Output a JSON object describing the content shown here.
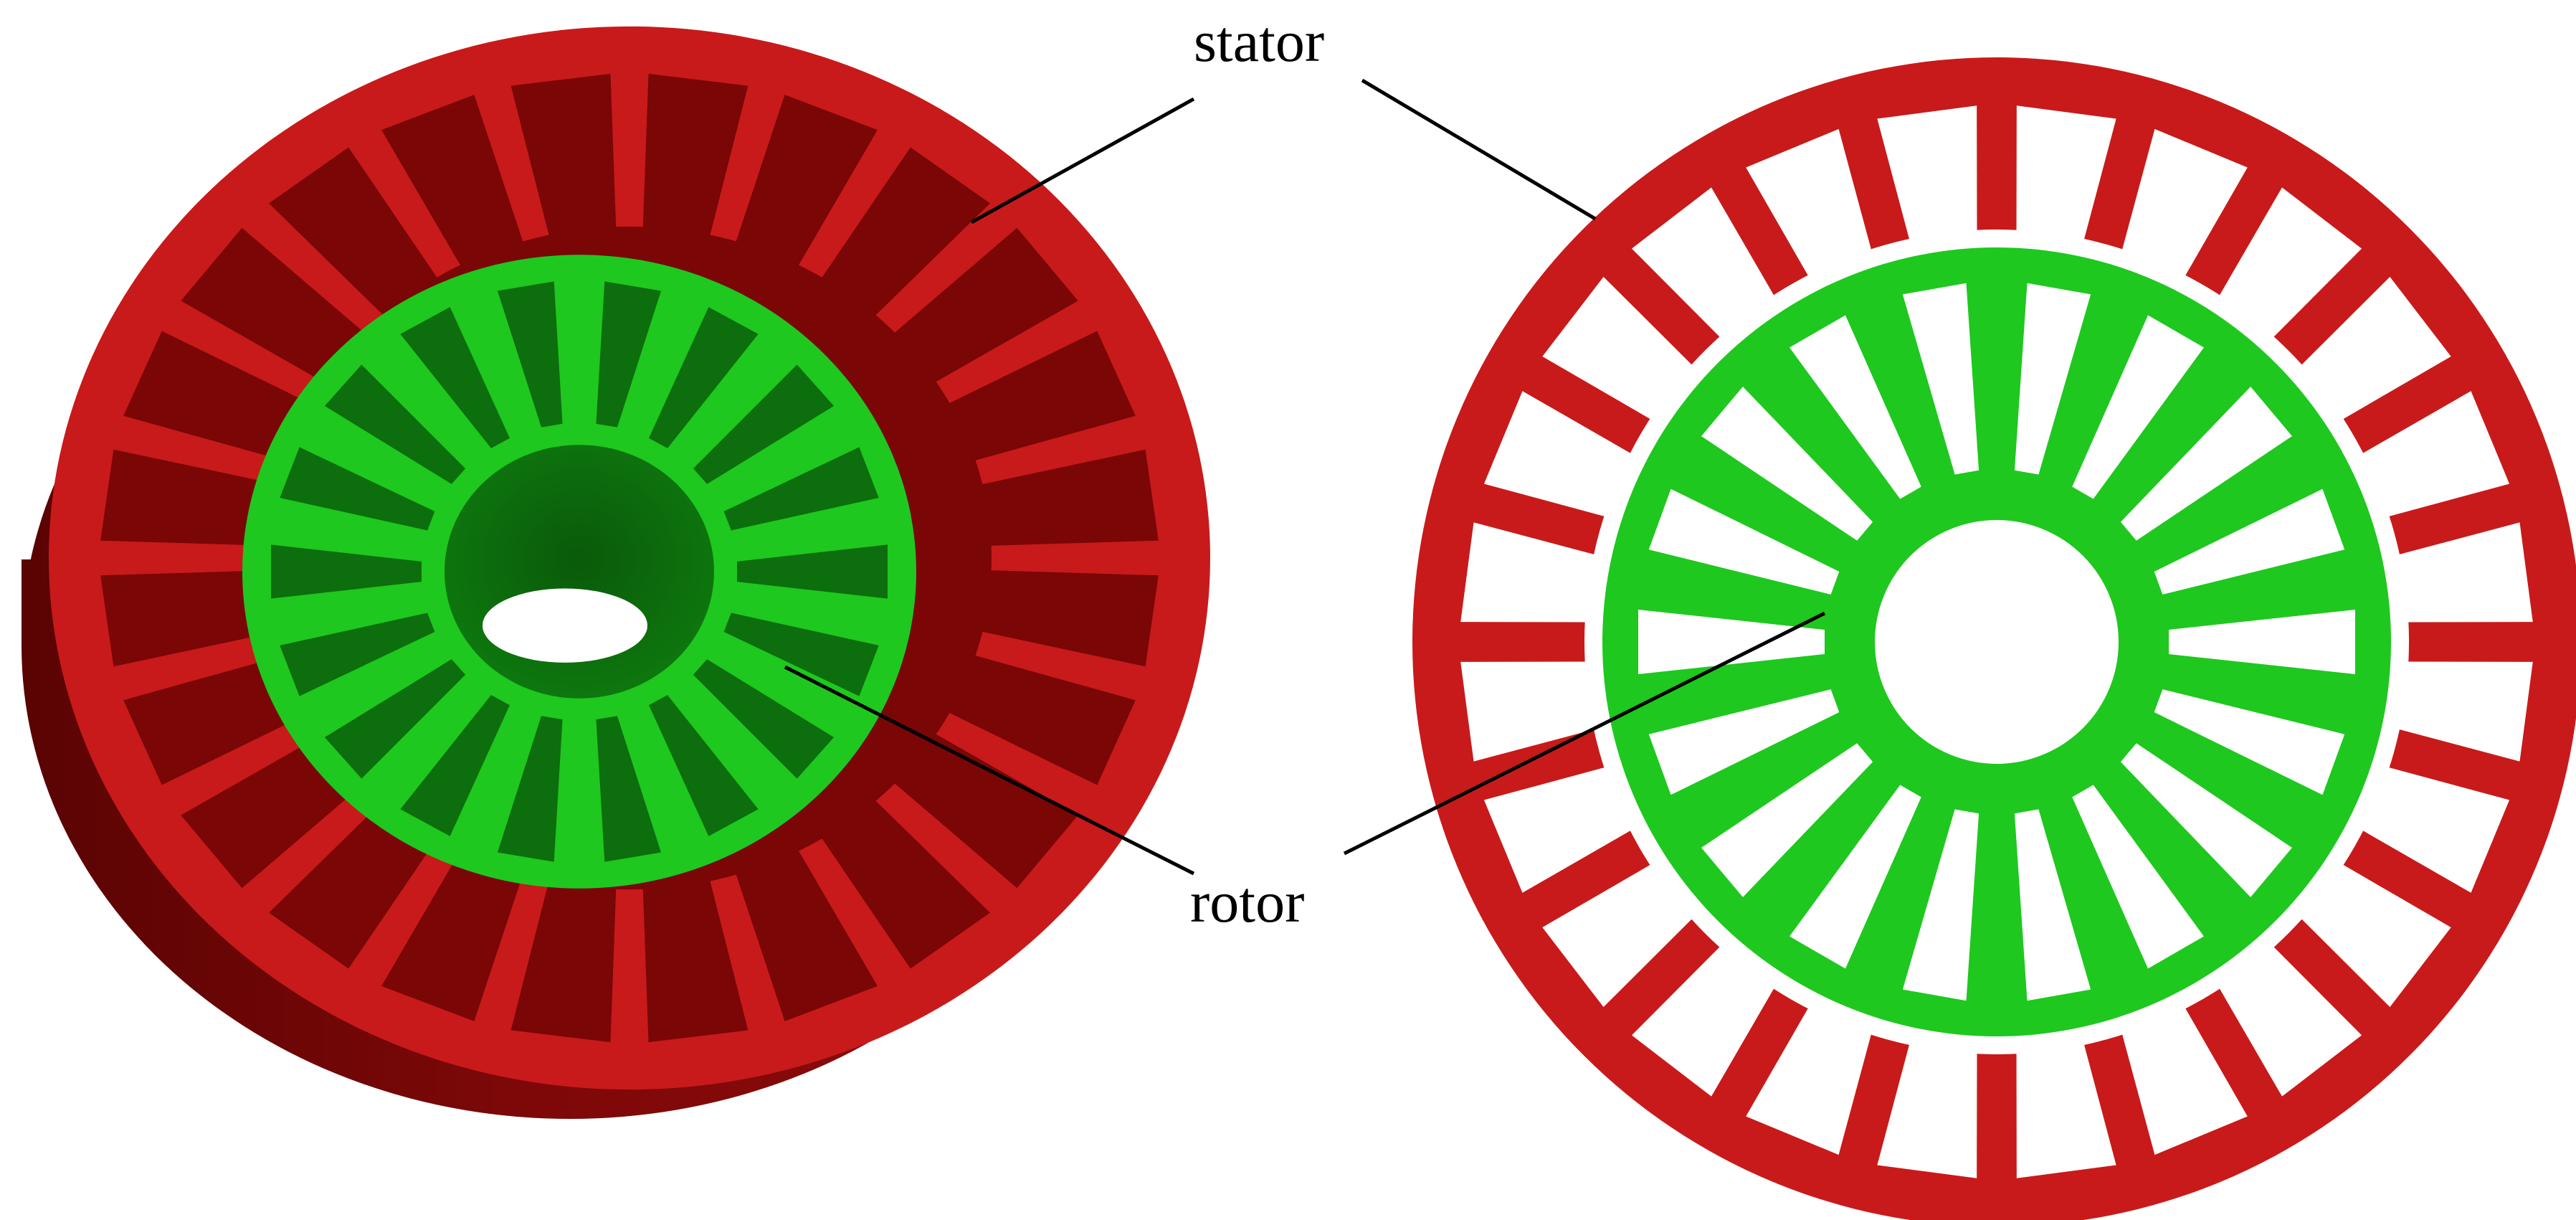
{
  "labels": {
    "stator": "stator",
    "rotor": "rotor"
  },
  "colors": {
    "stator_face": "#c81a1a",
    "stator_dark": "#7a0606",
    "stator_shadow": "#4e0202",
    "rotor_face": "#1ec81e",
    "rotor_dark": "#0d6e0d",
    "background": "#ffffff",
    "leader_lines": "#000000"
  },
  "views": {
    "isometric": {
      "stator_slots": 24,
      "rotor_slots": 18
    },
    "front": {
      "stator_slots": 24,
      "rotor_slots": 18
    }
  }
}
